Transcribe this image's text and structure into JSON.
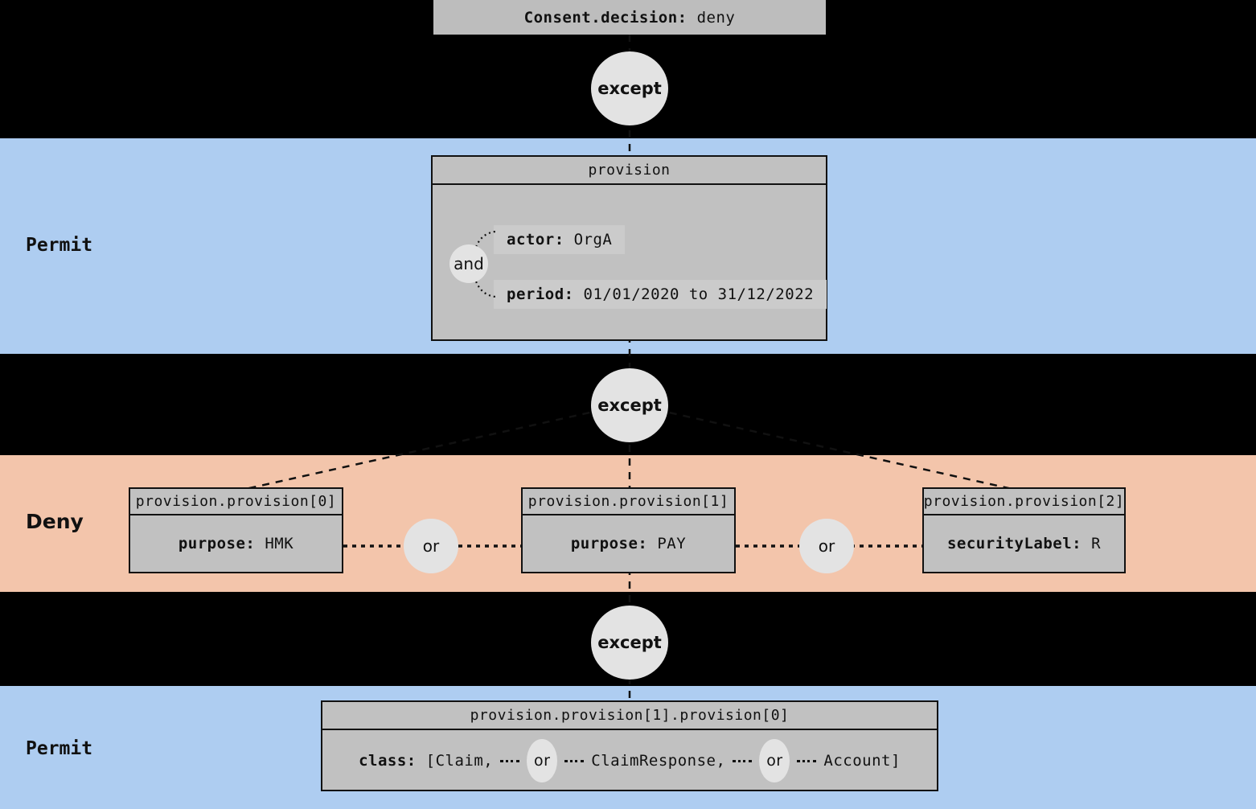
{
  "colors": {
    "background": "#000000",
    "permit_band": "#aecdf1",
    "deny_band": "#f3c5ab",
    "node_fill": "#c1c1c1",
    "consent_fill": "#bdbdbd",
    "row_highlight": "#cbcbcb",
    "circle_fill": "#e3e3e3",
    "border": "#111111"
  },
  "consent": {
    "label": "Consent.decision:",
    "value": "deny"
  },
  "connectors": {
    "except1": "except",
    "except2": "except",
    "except3": "except"
  },
  "permit_top": {
    "band_label": "Permit",
    "node": {
      "header": "provision",
      "and_label": "and",
      "rows": [
        {
          "key": "actor:",
          "value": "OrgA"
        },
        {
          "key": "period:",
          "value": "01/01/2020 to 31/12/2022"
        }
      ]
    }
  },
  "deny": {
    "band_label": "Deny",
    "or_left": "or",
    "or_right": "or",
    "nodes": [
      {
        "header": "provision.provision[0]",
        "key": "purpose:",
        "value": "HMK"
      },
      {
        "header": "provision.provision[1]",
        "key": "purpose:",
        "value": "PAY"
      },
      {
        "header": "provision.provision[2]",
        "key": "securityLabel:",
        "value": "R"
      }
    ]
  },
  "permit_bottom": {
    "band_label": "Permit",
    "node": {
      "header": "provision.provision[1].provision[0]",
      "class_key": "class:",
      "part1": "[Claim,",
      "or1": "or",
      "part2": "ClaimResponse,",
      "or2": "or",
      "part3": "Account]"
    }
  }
}
